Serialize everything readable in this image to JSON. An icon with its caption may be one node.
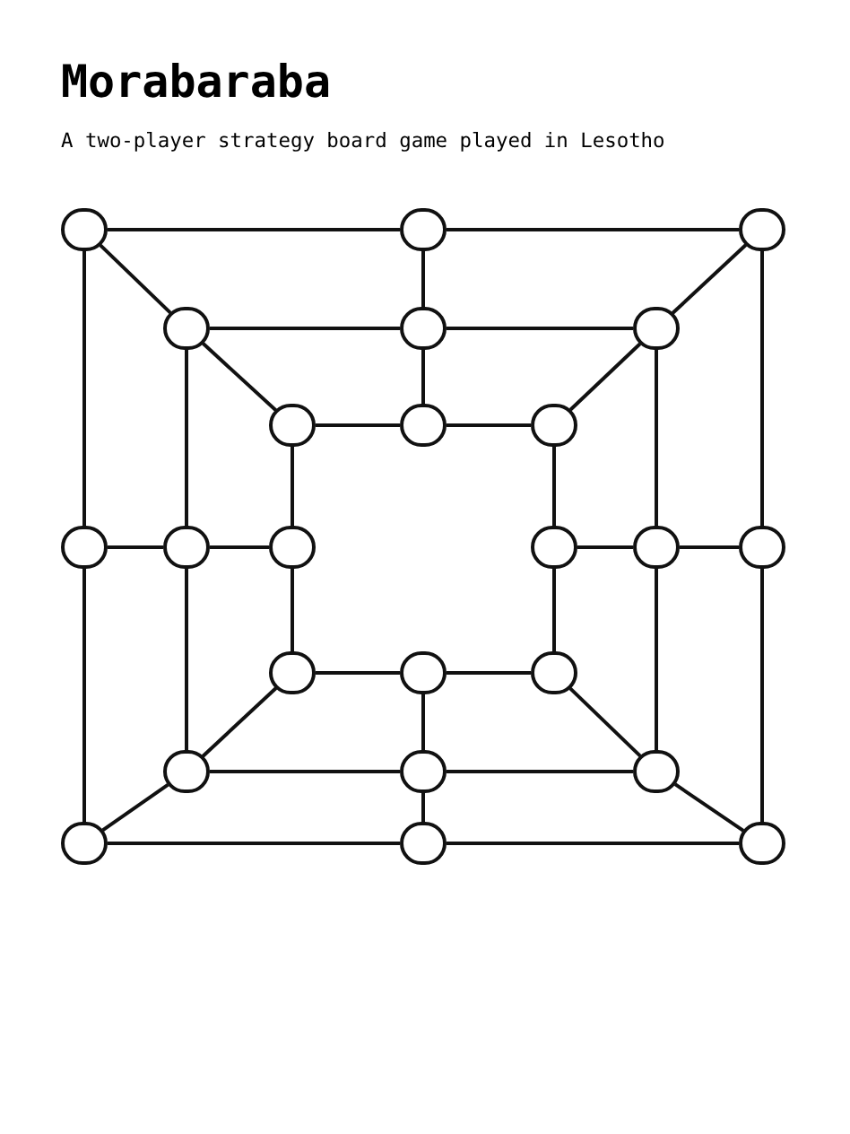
{
  "diagram": {
    "title": "Morabaraba",
    "caption": "A two-player strategy board game played in Lesotho",
    "nodes": [
      {
        "text": [],
        "shape": "circle"
      },
      {
        "text": [],
        "shape": "circle"
      },
      {
        "text": [],
        "shape": "circle"
      },
      {
        "text": [],
        "shape": "circle"
      },
      {
        "text": [],
        "shape": "circle"
      },
      {
        "text": [],
        "shape": "circle"
      },
      {
        "text": [],
        "shape": "circle"
      },
      {
        "text": [],
        "shape": "circle"
      },
      {
        "text": [],
        "shape": "circle"
      },
      {
        "text": [],
        "shape": "circle"
      },
      {
        "text": [],
        "shape": "circle"
      },
      {
        "text": [],
        "shape": "circle"
      },
      {
        "text": [],
        "shape": "circle"
      },
      {
        "text": [],
        "shape": "circle"
      },
      {
        "text": [],
        "shape": "circle"
      },
      {
        "text": [],
        "shape": "circle"
      },
      {
        "text": [],
        "shape": "circle"
      },
      {
        "text": [],
        "shape": "circle"
      },
      {
        "text": [],
        "shape": "circle"
      },
      {
        "text": [],
        "shape": "circle"
      },
      {
        "text": [],
        "shape": "circle"
      },
      {
        "text": [],
        "shape": "circle"
      },
      {
        "text": [],
        "shape": "circle"
      },
      {
        "text": [],
        "shape": "circle"
      }
    ],
    "edges": [
      {
        "from": 0,
        "to": 1,
        "arrow": "none"
      },
      {
        "from": 1,
        "to": 2,
        "arrow": "none"
      },
      {
        "from": 2,
        "to": 14,
        "arrow": "none"
      },
      {
        "from": 14,
        "to": 23,
        "arrow": "none"
      },
      {
        "from": 23,
        "to": 22,
        "arrow": "none"
      },
      {
        "from": 22,
        "to": 21,
        "arrow": "none"
      },
      {
        "from": 21,
        "to": 9,
        "arrow": "none"
      },
      {
        "from": 9,
        "to": 0,
        "arrow": "none"
      },
      {
        "from": 3,
        "to": 4,
        "arrow": "none"
      },
      {
        "from": 4,
        "to": 5,
        "arrow": "none"
      },
      {
        "from": 5,
        "to": 13,
        "arrow": "none"
      },
      {
        "from": 13,
        "to": 20,
        "arrow": "none"
      },
      {
        "from": 20,
        "to": 19,
        "arrow": "none"
      },
      {
        "from": 19,
        "to": 18,
        "arrow": "none"
      },
      {
        "from": 18,
        "to": 10,
        "arrow": "none"
      },
      {
        "from": 10,
        "to": 3,
        "arrow": "none"
      },
      {
        "from": 6,
        "to": 7,
        "arrow": "none"
      },
      {
        "from": 7,
        "to": 8,
        "arrow": "none"
      },
      {
        "from": 8,
        "to": 12,
        "arrow": "none"
      },
      {
        "from": 12,
        "to": 17,
        "arrow": "none"
      },
      {
        "from": 17,
        "to": 16,
        "arrow": "none"
      },
      {
        "from": 16,
        "to": 15,
        "arrow": "none"
      },
      {
        "from": 15,
        "to": 11,
        "arrow": "none"
      },
      {
        "from": 11,
        "to": 6,
        "arrow": "none"
      },
      {
        "from": 1,
        "to": 4,
        "arrow": "none"
      },
      {
        "from": 4,
        "to": 7,
        "arrow": "none"
      },
      {
        "from": 9,
        "to": 10,
        "arrow": "none"
      },
      {
        "from": 10,
        "to": 11,
        "arrow": "none"
      },
      {
        "from": 12,
        "to": 13,
        "arrow": "none"
      },
      {
        "from": 13,
        "to": 14,
        "arrow": "none"
      },
      {
        "from": 16,
        "to": 19,
        "arrow": "none"
      },
      {
        "from": 19,
        "to": 22,
        "arrow": "none"
      },
      {
        "from": 0,
        "to": 3,
        "arrow": "none"
      },
      {
        "from": 3,
        "to": 6,
        "arrow": "none"
      },
      {
        "from": 2,
        "to": 5,
        "arrow": "none"
      },
      {
        "from": 5,
        "to": 8,
        "arrow": "none"
      },
      {
        "from": 21,
        "to": 18,
        "arrow": "none"
      },
      {
        "from": 18,
        "to": 15,
        "arrow": "none"
      },
      {
        "from": 23,
        "to": 20,
        "arrow": "none"
      },
      {
        "from": 20,
        "to": 17,
        "arrow": "none"
      }
    ]
  }
}
